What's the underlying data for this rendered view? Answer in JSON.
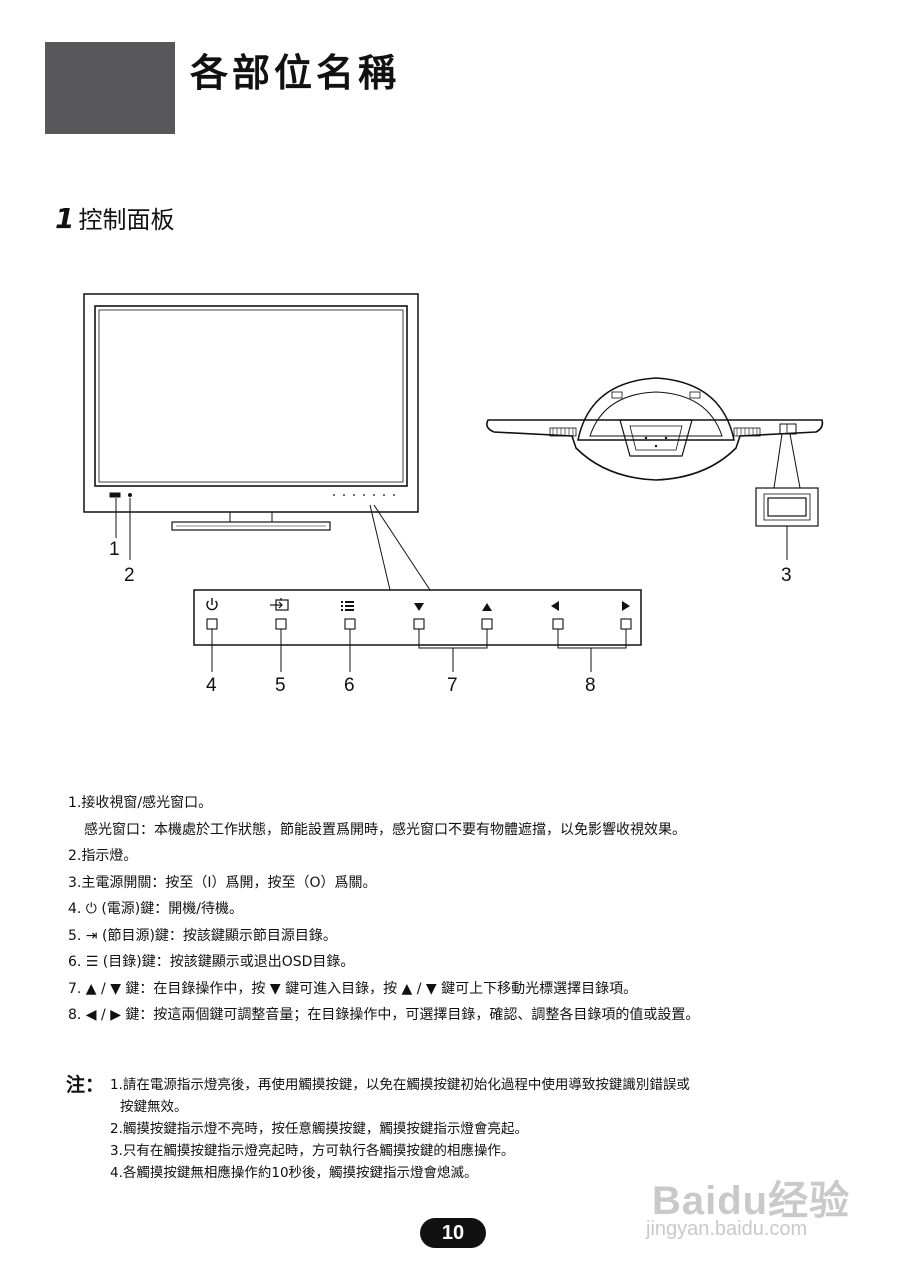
{
  "header": {
    "title": "各部位名稱"
  },
  "section": {
    "number": "1",
    "title": "控制面板"
  },
  "callouts": [
    "1",
    "2",
    "3",
    "4",
    "5",
    "6",
    "7",
    "8"
  ],
  "descriptions": [
    "1.接收視窗/感光窗口。",
    "感光窗口：本機處於工作狀態，節能設置爲開時，感光窗口不要有物體遮擋，以免影響收視效果。",
    "2.指示燈。",
    "3.主電源開關：按至（I）爲開，按至（O）爲關。",
    "4. ⏻ (電源)鍵：開機/待機。",
    "5. ⇥ (節目源)鍵：按該鍵顯示節目源目錄。",
    "6. ☰ (目錄)鍵：按該鍵顯示或退出OSD目錄。",
    "7. ▲ / ▼ 鍵：在目錄操作中，按 ▼ 鍵可進入目錄，按 ▲ / ▼ 鍵可上下移動光標選擇目錄項。",
    "8. ◀ / ▶ 鍵：按這兩個鍵可調整音量；在目錄操作中，可選擇目錄，確認、調整各目錄項的值或設置。"
  ],
  "notes": {
    "label": "注：",
    "items": [
      "1.請在電源指示燈亮後，再使用觸摸按鍵，以免在觸摸按鍵初始化過程中使用導致按鍵識別錯誤或",
      "按鍵無效。",
      "2.觸摸按鍵指示燈不亮時，按任意觸摸按鍵，觸摸按鍵指示燈會亮起。",
      "3.只有在觸摸按鍵指示燈亮起時，方可執行各觸摸按鍵的相應操作。",
      "4.各觸摸按鍵無相應操作約10秒後，觸摸按鍵指示燈會熄滅。"
    ]
  },
  "page_number": "10",
  "watermark": {
    "logo": "Baidu经验",
    "url": "jingyan.baidu.com"
  },
  "icons": [
    "power-icon",
    "source-icon",
    "menu-icon",
    "arrow-down-icon",
    "arrow-up-icon",
    "arrow-left-icon",
    "arrow-right-icon"
  ],
  "colors": {
    "header_block": "#58585a",
    "badge": "#111111",
    "watermark": "#c9c9c9"
  }
}
